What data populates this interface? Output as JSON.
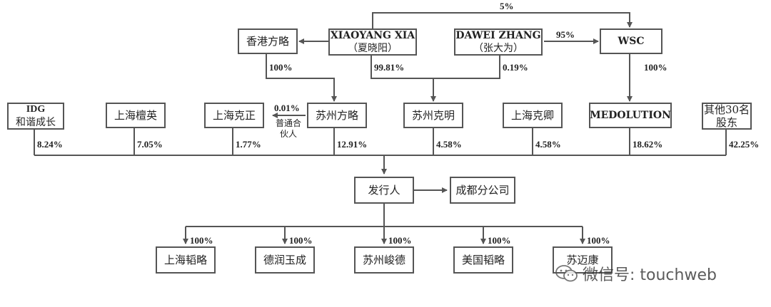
{
  "nodes": {
    "xiaoyang": {
      "name": "XIAOYANG XIA",
      "sub": "（夏晓阳）"
    },
    "dawei": {
      "name": "DAWEI ZHANG",
      "sub": "（张大为）"
    },
    "xianggang": {
      "name": "香港方略"
    },
    "wsc": {
      "name": "WSC"
    },
    "idg": {
      "name": "IDG",
      "sub": "和谐成长"
    },
    "tanying": {
      "name": "上海檀英"
    },
    "kezheng": {
      "name": "上海克正"
    },
    "suzhoufanglue": {
      "name": "苏州方略"
    },
    "suzhoukeming": {
      "name": "苏州克明"
    },
    "keqing": {
      "name": "上海克卿"
    },
    "medolution": {
      "name": "MEDOLUTION"
    },
    "others": {
      "name": "其他30名",
      "sub": "股东"
    },
    "issuer": {
      "name": "发行人"
    },
    "chengdu": {
      "name": "成都分公司"
    },
    "taolue": {
      "name": "上海韬略"
    },
    "derun": {
      "name": "德润玉成"
    },
    "junde": {
      "name": "苏州峻德"
    },
    "meiguo": {
      "name": "美国韬略"
    },
    "maiyi": {
      "name": "苏迈康"
    }
  },
  "labels": {
    "xia_wsc": "5%",
    "zhang_wsc": "95%",
    "hk_fanglue": "100%",
    "xia_keming": "99.81%",
    "zhang_keming": "0.19%",
    "wsc_medolution": "100%",
    "fanglue_kezheng": "0.01%",
    "gp_note": "普通合\n伙人",
    "idg": "8.24%",
    "tanying": "7.05%",
    "kezheng": "1.77%",
    "fanglue": "12.91%",
    "keming": "4.58%",
    "keqing": "4.58%",
    "medolution": "18.62%",
    "others": "42.25%",
    "sub1": "100%",
    "sub2": "100%",
    "sub3": "100%",
    "sub4": "100%",
    "sub5": "100%"
  },
  "watermark": {
    "text": "微信号: touchweb",
    "icon": "wechat-icon"
  }
}
